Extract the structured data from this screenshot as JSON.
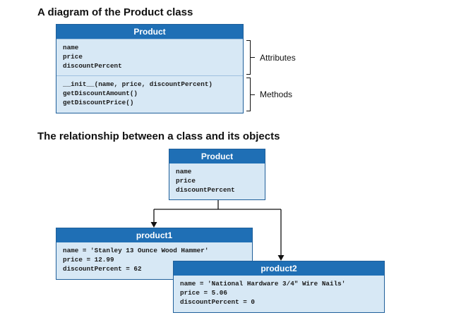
{
  "headings": {
    "diagram": "A diagram of the Product class",
    "relationship": "The relationship between a class and its objects"
  },
  "class_diagram": {
    "name": "Product",
    "attributes": [
      "name",
      "price",
      "discountPercent"
    ],
    "methods": [
      "__init__(name, price, discountPercent)",
      "getDiscountAmount()",
      "getDiscountPrice()"
    ],
    "attributes_label": "Attributes",
    "methods_label": "Methods"
  },
  "relationship": {
    "class_box": {
      "name": "Product",
      "attributes": [
        "name",
        "price",
        "discountPercent"
      ]
    },
    "objects": [
      {
        "name": "product1",
        "values": [
          "name = 'Stanley 13 Ounce Wood Hammer'",
          "price = 12.99",
          "discountPercent = 62"
        ]
      },
      {
        "name": "product2",
        "values": [
          "name = 'National Hardware 3/4\" Wire Nails'",
          "price = 5.06",
          "discountPercent = 0"
        ]
      }
    ]
  },
  "colors": {
    "header_blue": "#1f6fb5",
    "box_fill": "#d7e8f5",
    "box_border": "#1f5f9a"
  }
}
